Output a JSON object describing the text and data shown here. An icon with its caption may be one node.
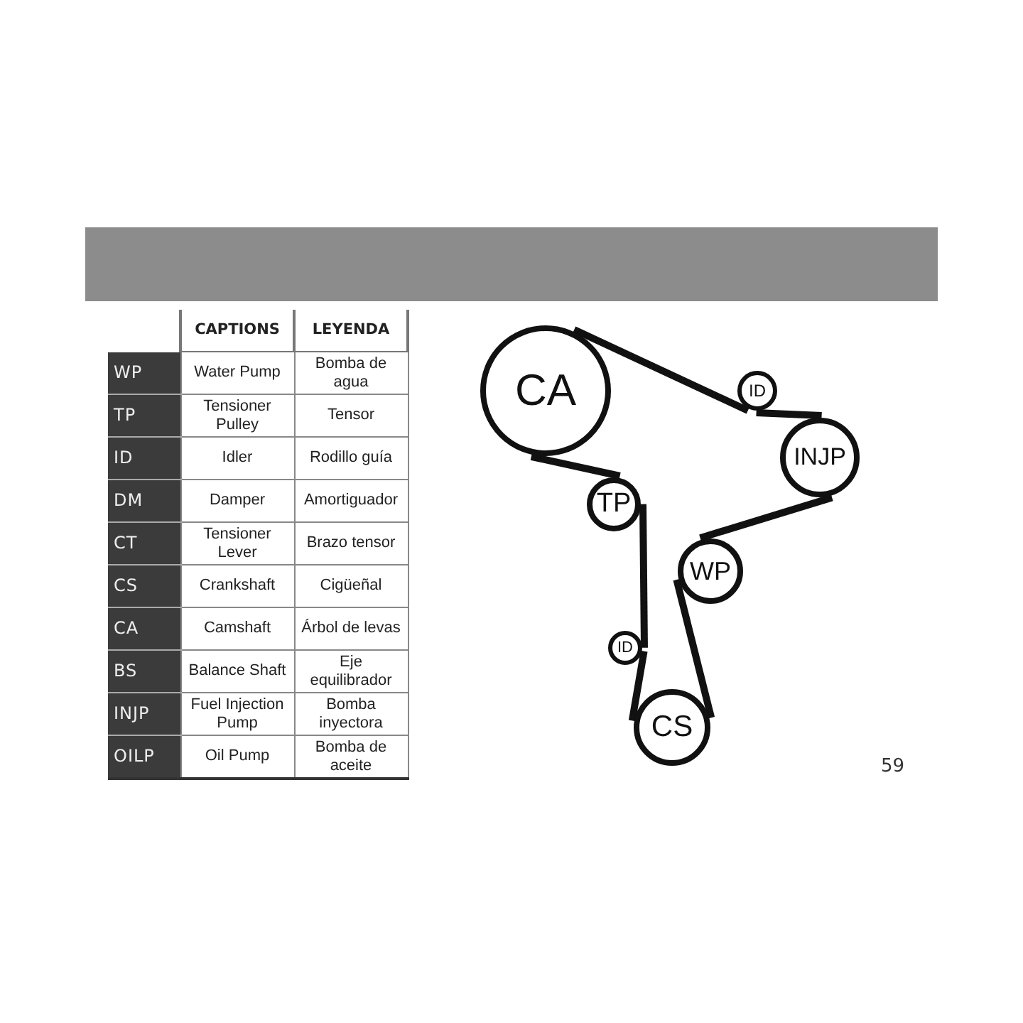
{
  "diagram": {
    "nodes": [
      {
        "text": [
          "CA"
        ]
      },
      {
        "text": [
          "ID"
        ]
      },
      {
        "text": [
          "INJP"
        ]
      },
      {
        "text": [
          "TP"
        ]
      },
      {
        "text": [
          "WP"
        ]
      },
      {
        "text": [
          "ID"
        ]
      },
      {
        "text": [
          "CS"
        ]
      }
    ],
    "edges": [
      {
        "from": 0,
        "to": 1,
        "arrow": "none"
      },
      {
        "from": 1,
        "to": 2,
        "arrow": "none"
      },
      {
        "from": 2,
        "to": 4,
        "arrow": "none"
      },
      {
        "from": 4,
        "to": 6,
        "arrow": "none"
      },
      {
        "from": 6,
        "to": 5,
        "arrow": "none"
      },
      {
        "from": 5,
        "to": 3,
        "arrow": "none"
      },
      {
        "from": 3,
        "to": 0,
        "arrow": "none"
      }
    ],
    "labels": [
      "CAPTIONS",
      "LEYENDA",
      "WP",
      "Water Pump",
      "Bomba de agua",
      "TP",
      "Tensioner Pulley",
      "Tensor",
      "ID",
      "Idler",
      "Rodillo guía",
      "DM",
      "Damper",
      "Amortiguador",
      "CT",
      "Tensioner Lever",
      "Brazo tensor",
      "CS",
      "Crankshaft",
      "Cigüeñal",
      "CA",
      "Camshaft",
      "Árbol de levas",
      "BS",
      "Balance Shaft",
      "Eje equilibrador",
      "INJP",
      "Fuel Injection Pump",
      "Bomba inyectora",
      "OILP",
      "Oil Pump",
      "Bomba de aceite",
      "59"
    ]
  }
}
